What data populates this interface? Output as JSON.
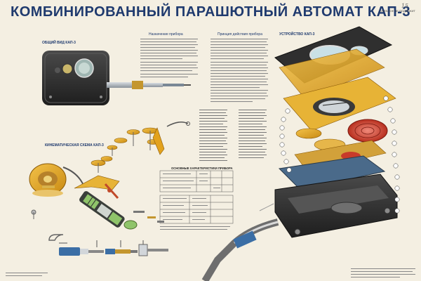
{
  "title": "КОМБИНИРОВАННЫЙ ПАРАШЮТНЫЙ АВТОМАТ КАП-3",
  "corner_note": "УЧЕБНОЕ НЕ ПОДЛЕЖИТ",
  "corner_hand": "15",
  "headings": {
    "general_view": "ОБЩИЙ ВИД КАП-3",
    "purpose": "Назначение прибора",
    "principle": "Принцип действия прибора",
    "device": "УСТРОЙСТВО КАП-3",
    "kinematic": "КИНЕМАТИЧЕСКАЯ СХЕМА КАП-3",
    "tech": "ОСНОВНЫЕ ХАРАКТЕРИСТИКИ ПРИБОРА"
  },
  "colors": {
    "paper": "#f4efe2",
    "title": "#1f3a6e",
    "body_dark": "#2b2b2b",
    "gold": "#e0a11a",
    "red": "#c83a2a",
    "blue_gray": "#4a6a8a",
    "green": "#6a8a3a"
  },
  "icons": [
    "device-body-icon",
    "exploded-view-icon",
    "kinematic-scheme-icon",
    "tube-icon"
  ]
}
